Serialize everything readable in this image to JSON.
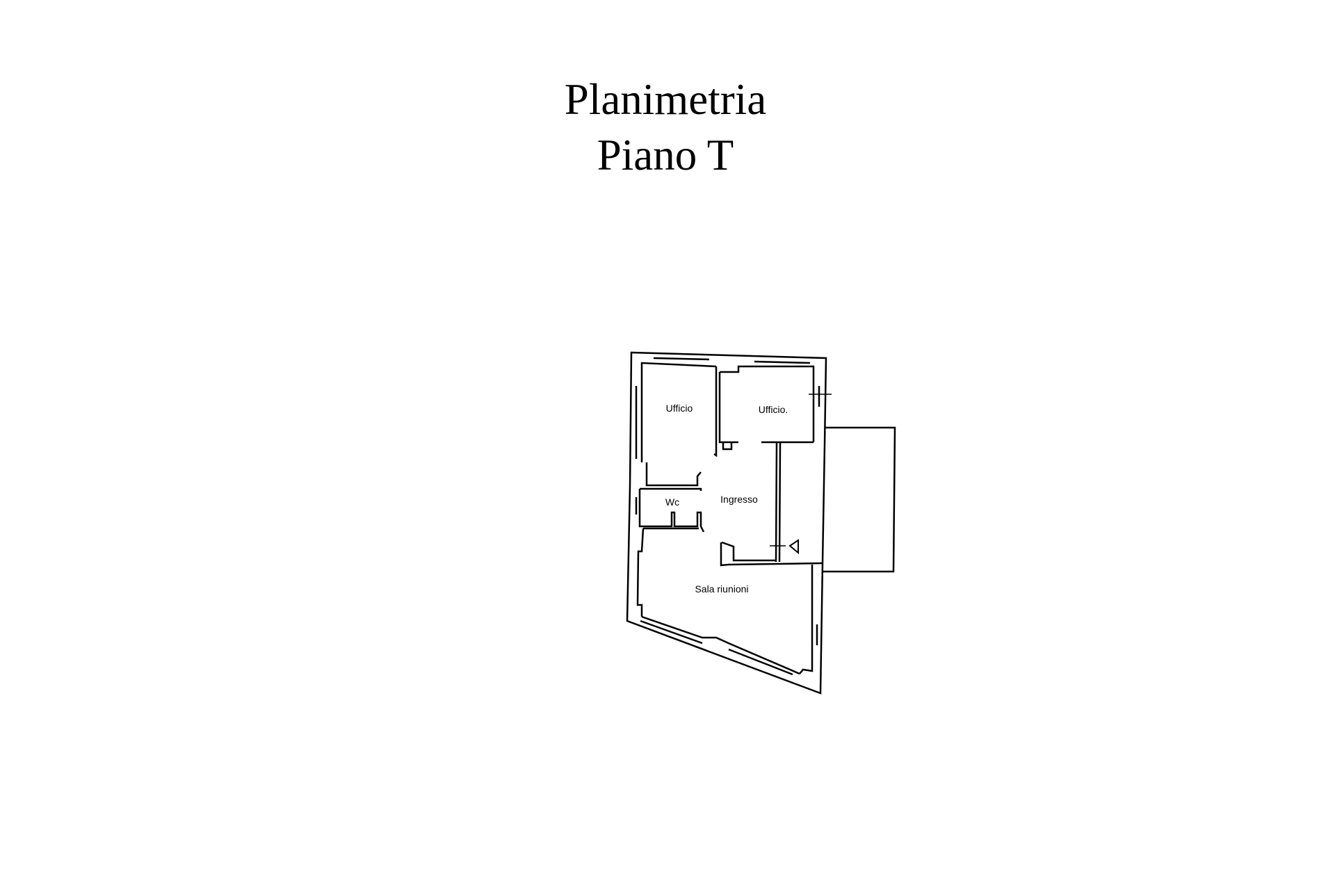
{
  "title": {
    "line1": "Planimetria",
    "line2": "Piano T"
  },
  "rooms": {
    "office_1": "Ufficio",
    "office_2": "Ufficio.",
    "wc": "Wc",
    "entrance": "Ingresso",
    "meeting_room": "Sala riunioni"
  }
}
